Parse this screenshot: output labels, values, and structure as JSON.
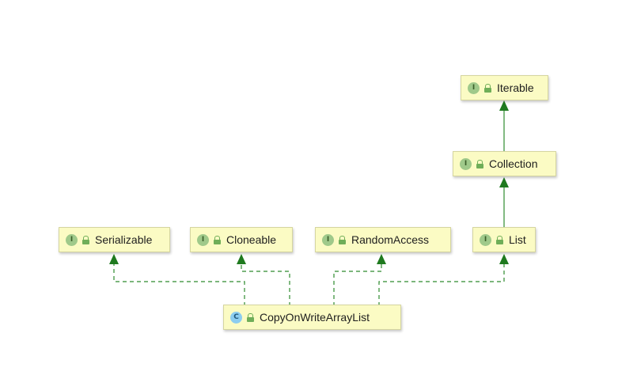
{
  "nodes": {
    "iterable": {
      "kind": "I",
      "name": "Iterable"
    },
    "collection": {
      "kind": "I",
      "name": "Collection"
    },
    "serializable": {
      "kind": "I",
      "name": "Serializable"
    },
    "cloneable": {
      "kind": "I",
      "name": "Cloneable"
    },
    "random_access": {
      "kind": "I",
      "name": "RandomAccess"
    },
    "list": {
      "kind": "I",
      "name": "List"
    },
    "copy_on_write_array_list": {
      "kind": "C",
      "name": "CopyOnWriteArrayList"
    }
  },
  "edges": [
    {
      "from": "Collection",
      "to": "Iterable",
      "style": "extends"
    },
    {
      "from": "List",
      "to": "Collection",
      "style": "extends"
    },
    {
      "from": "CopyOnWriteArrayList",
      "to": "Serializable",
      "style": "implements"
    },
    {
      "from": "CopyOnWriteArrayList",
      "to": "Cloneable",
      "style": "implements"
    },
    {
      "from": "CopyOnWriteArrayList",
      "to": "RandomAccess",
      "style": "implements"
    },
    {
      "from": "CopyOnWriteArrayList",
      "to": "List",
      "style": "implements"
    }
  ],
  "colors": {
    "node_fill": "#fbfbc4",
    "edge": "#2e8b2e",
    "arrowhead": "#1f7a1f",
    "interface_badge": "#9fc98a",
    "class_badge": "#8ccdf0"
  }
}
